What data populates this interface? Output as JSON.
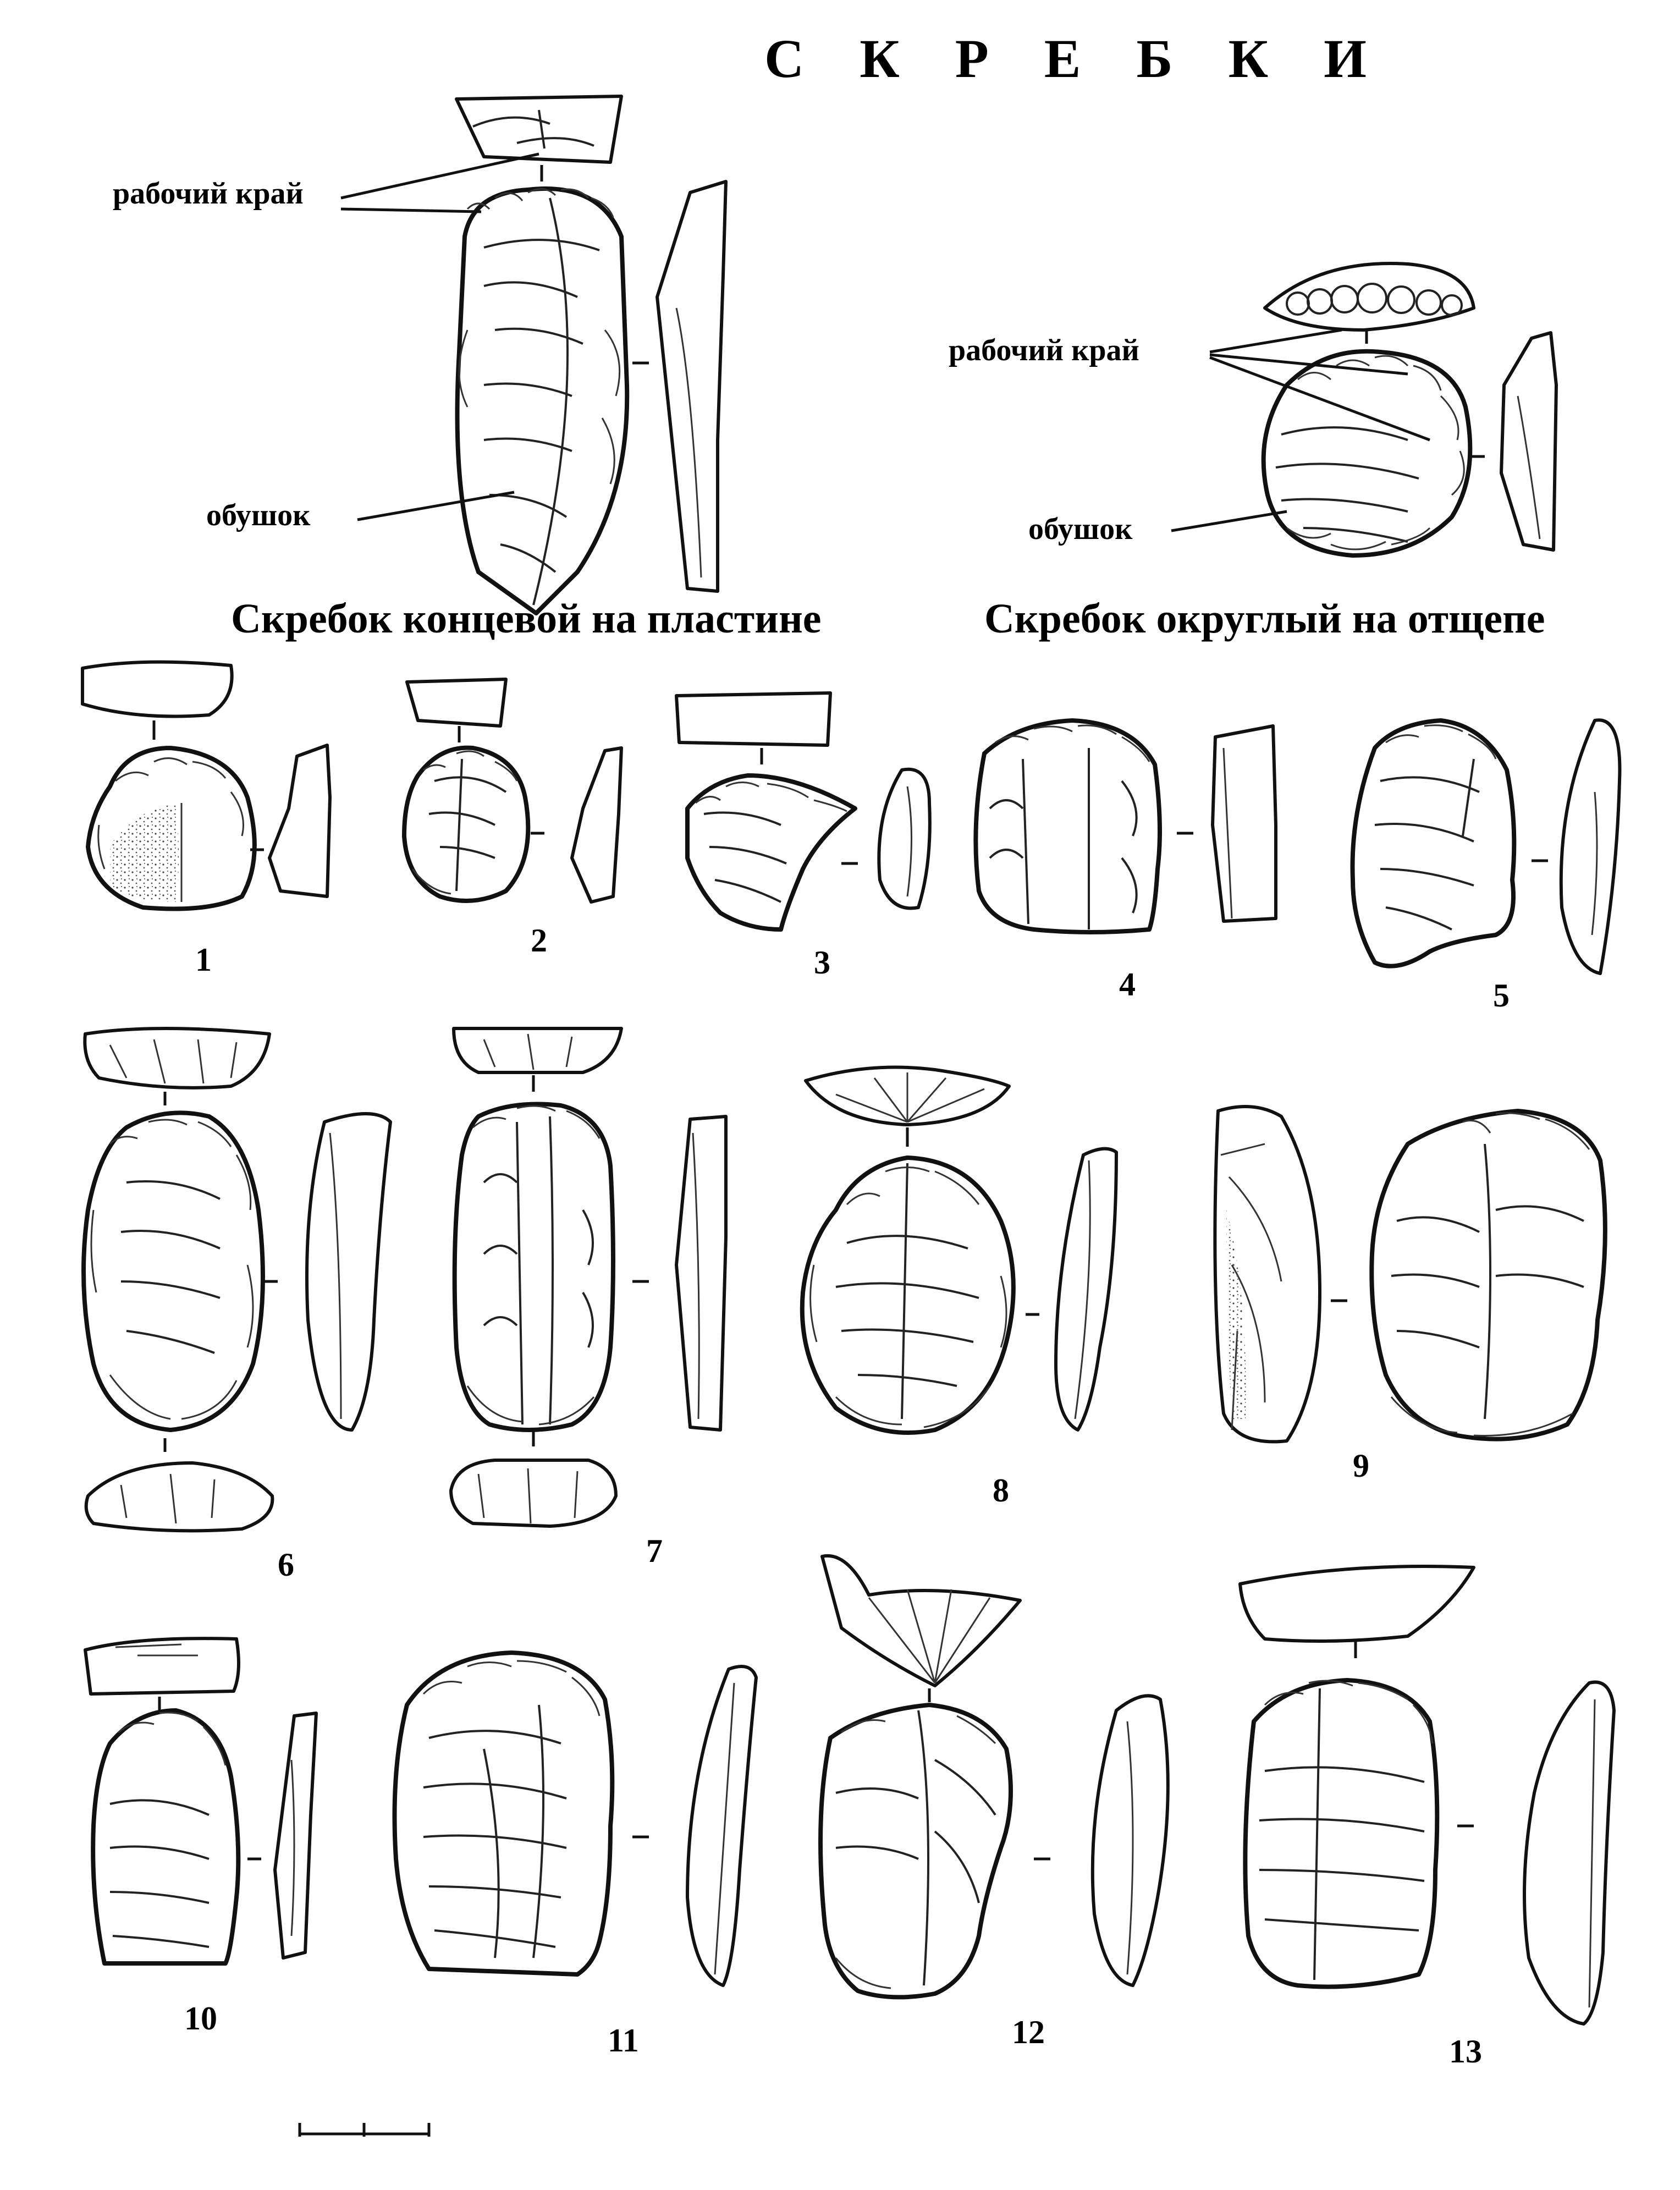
{
  "title": "С К Р Е Б К И",
  "annotations": {
    "working_edge": "рабочий край",
    "butt": "обушок"
  },
  "captions": {
    "end_scraper_on_blade": "Скребок концевой на пластине",
    "round_scraper_on_flake": "Скребок округлый на отщепе"
  },
  "artifact_numbers": [
    "1",
    "2",
    "3",
    "4",
    "5",
    "6",
    "7",
    "8",
    "9",
    "10",
    "11",
    "12",
    "13"
  ],
  "colors": {
    "ink": "#111111",
    "paper": "#ffffff"
  }
}
